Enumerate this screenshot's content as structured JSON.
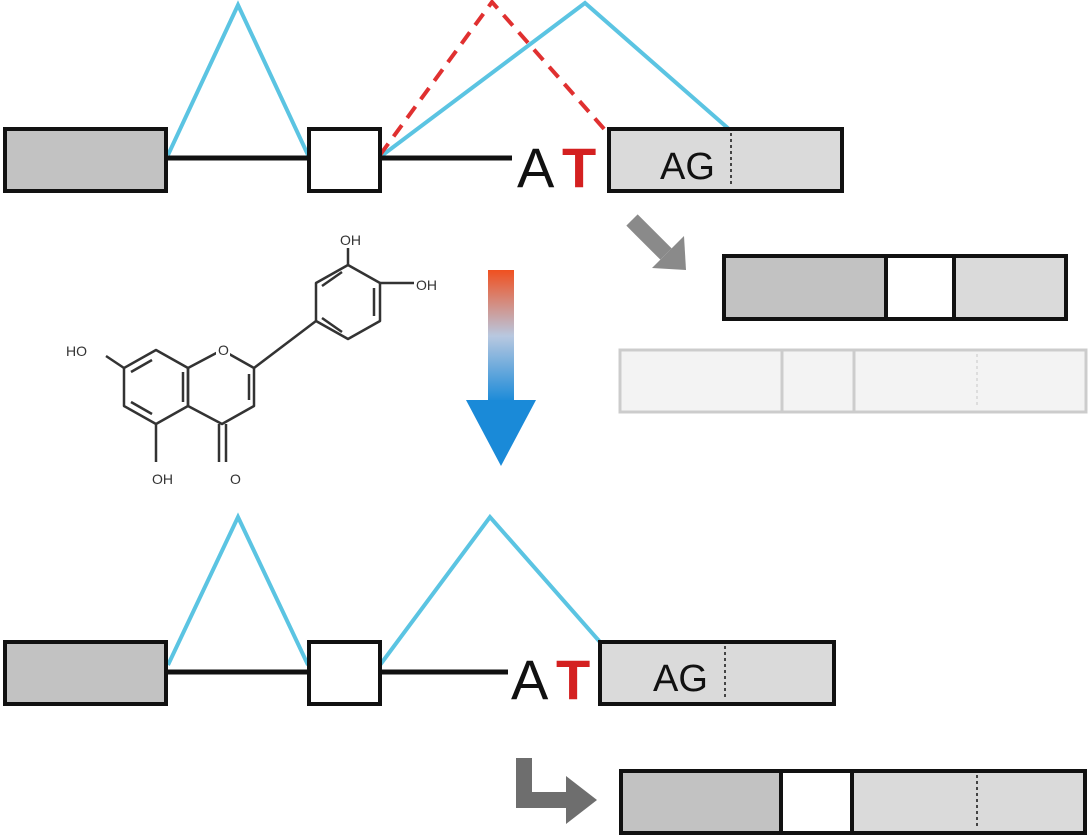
{
  "top_gene": {
    "seq_base1": "A",
    "seq_base2": "T",
    "exon3_label": "AG"
  },
  "bottom_gene": {
    "seq_base1": "A",
    "seq_base2": "T",
    "exon3_label": "AG"
  },
  "molecule": {
    "labels": [
      "OH",
      "OH",
      "HO",
      "O",
      "OH",
      "O"
    ]
  },
  "colors": {
    "splice_line": "#5bc4e2",
    "alt_splice_line": "#e03030",
    "mutant_base": "#d42020",
    "exon_gray": "#c2c2c2",
    "exon_light": "#dadada",
    "faded_product": "#f0f0f0",
    "arrow_gray": "#8a8a8a",
    "arrow_dark": "#6e6e6e",
    "treatment_arrow_top": "#f05020",
    "treatment_arrow_bottom": "#1a8ad8"
  }
}
